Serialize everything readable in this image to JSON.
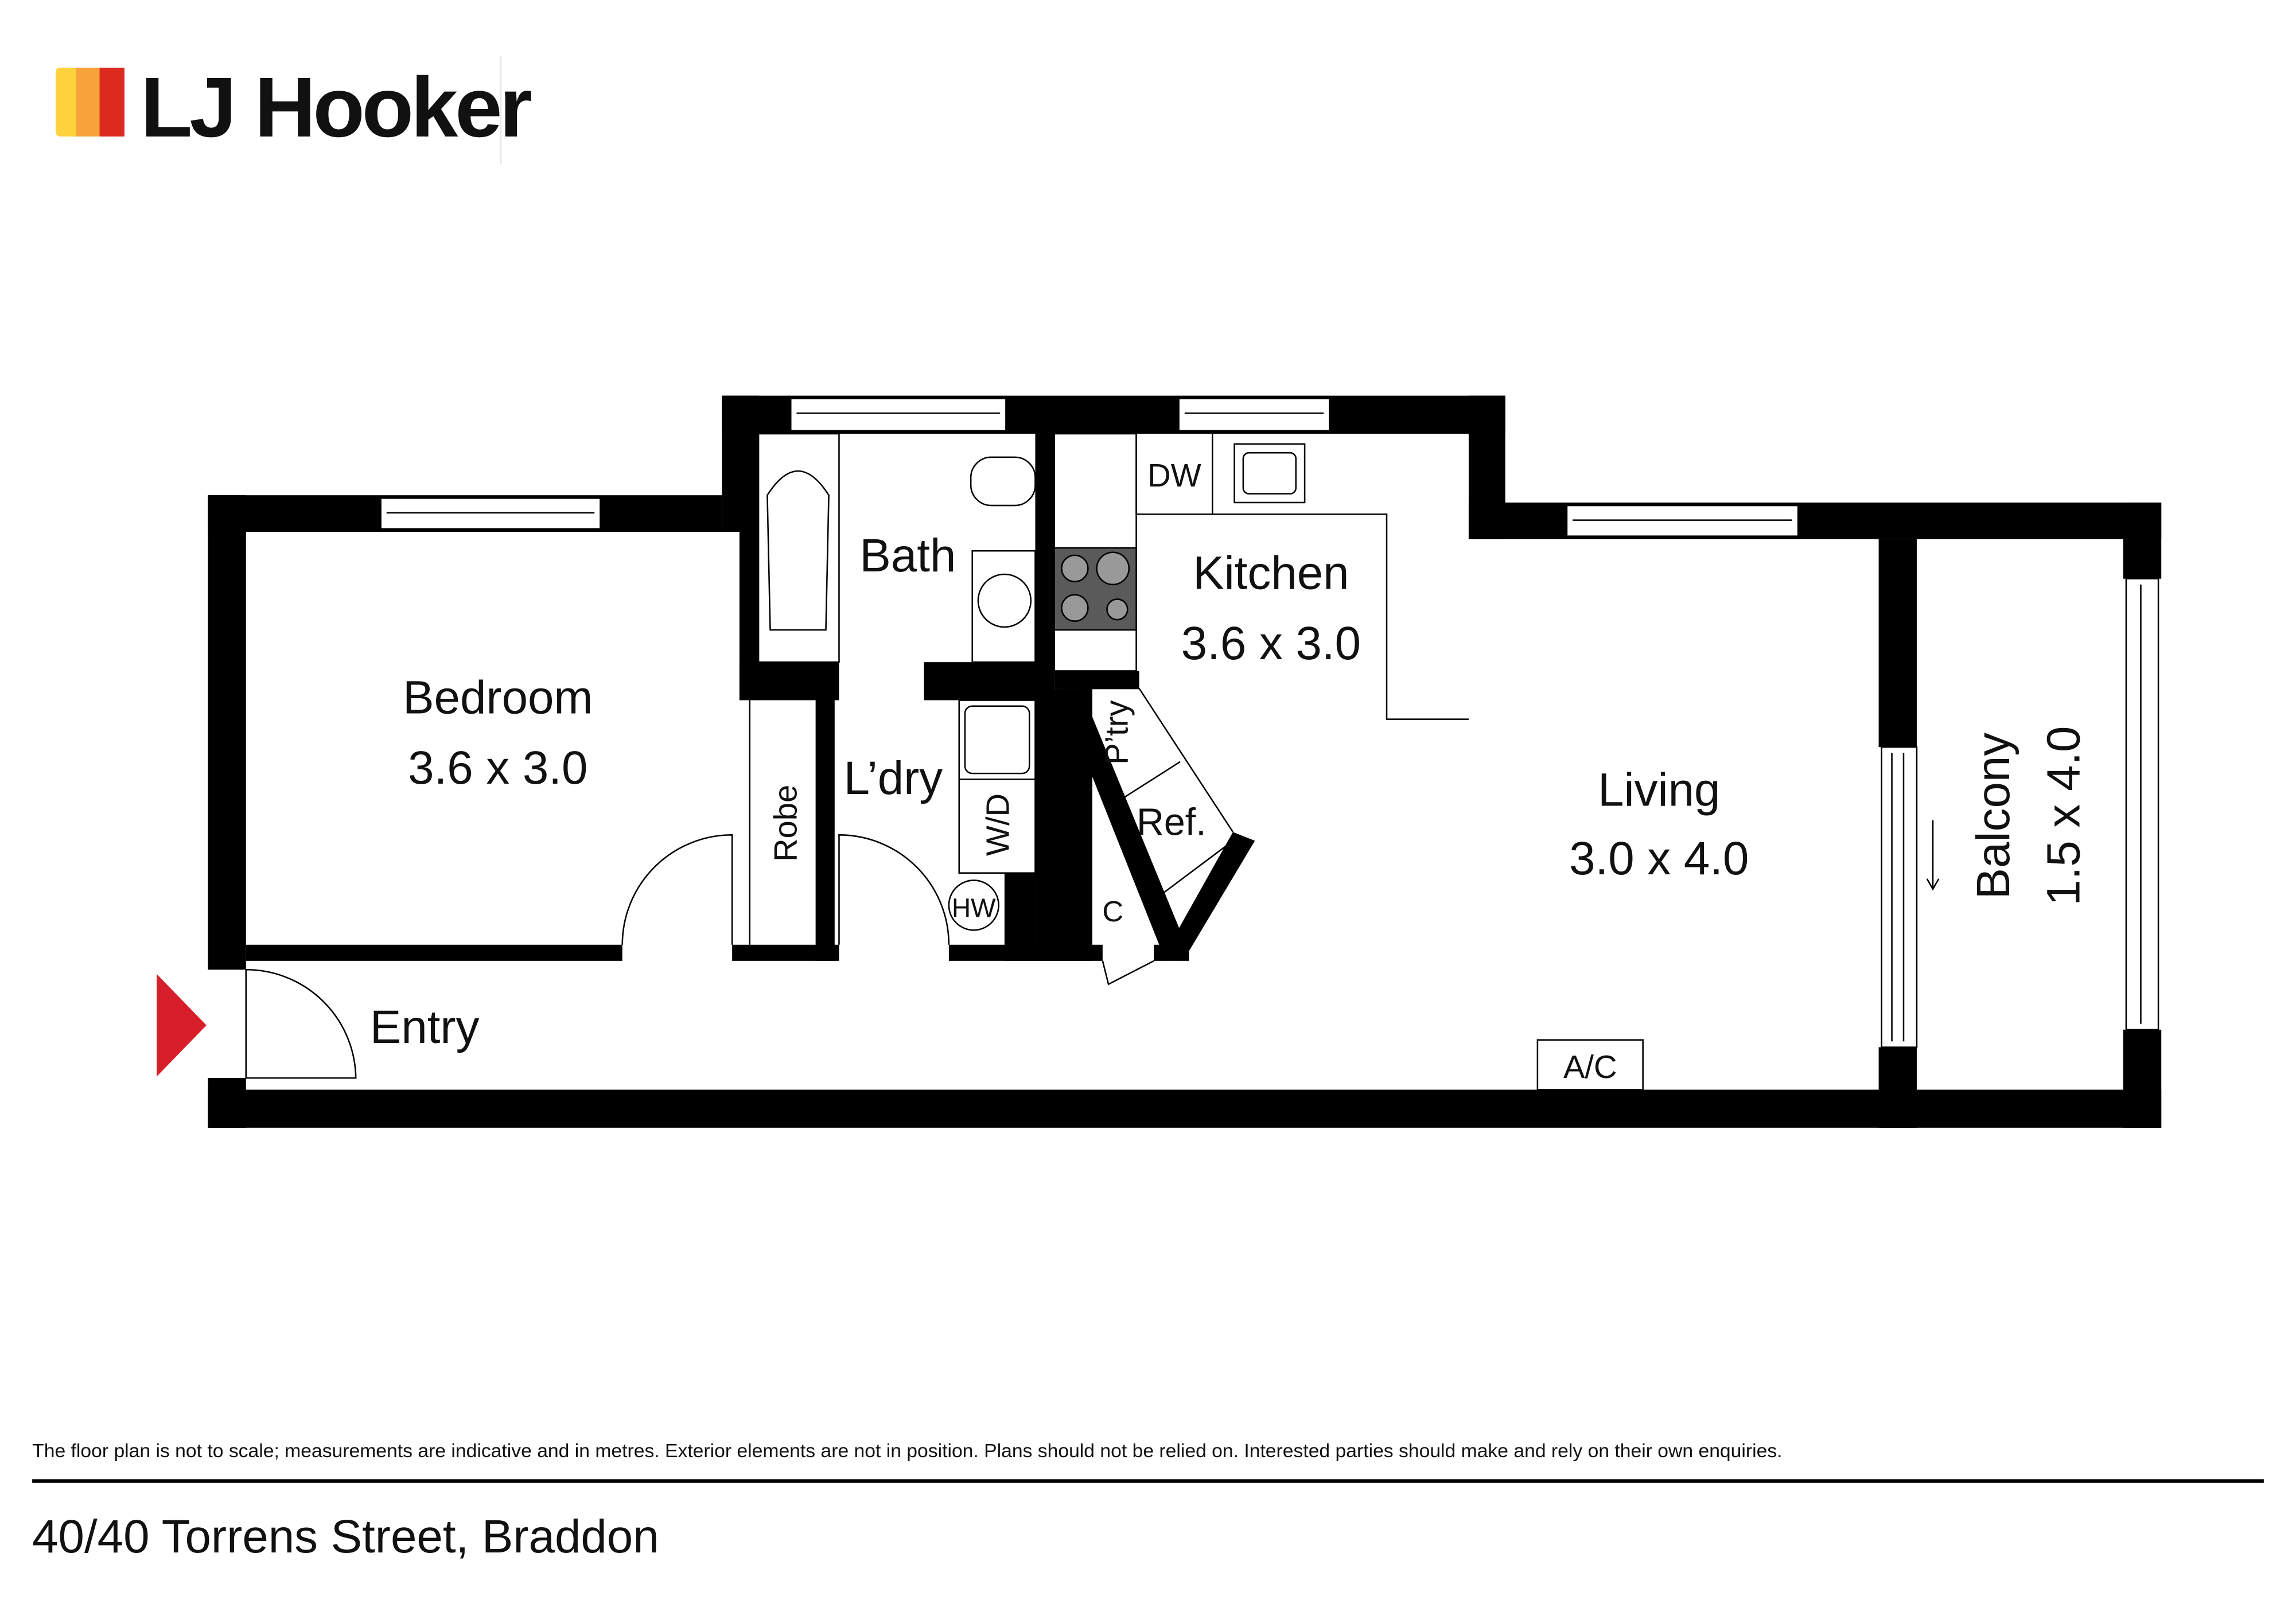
{
  "brand": {
    "name": "LJ Hooker",
    "colors": [
      "#fdd23c",
      "#f7a23a",
      "#dc2a1f"
    ]
  },
  "rooms": {
    "bedroom": {
      "name": "Bedroom",
      "size": "3.6 x 3.0"
    },
    "bath": {
      "name": "Bath"
    },
    "kitchen": {
      "name": "Kitchen",
      "size": "3.6 x 3.0"
    },
    "living": {
      "name": "Living",
      "size": "3.0 x 4.0"
    },
    "balcony": {
      "name": "Balcony",
      "size": "1.5 x 4.0"
    },
    "laundry": {
      "name": "L’dry"
    },
    "robe": {
      "name": "Robe"
    },
    "entry": {
      "name": "Entry"
    }
  },
  "fixtures": {
    "dw": "DW",
    "pantry": "P’try",
    "ref": "Ref.",
    "wd": "W/D",
    "hw": "HW",
    "c": "C",
    "ac": "A/C"
  },
  "entry_arrow_color": "#d71f2b",
  "disclaimer": "The floor plan is not to scale; measurements are indicative and in metres. Exterior elements are not in position. Plans should not be relied on. Interested parties should make and rely on their own enquiries.",
  "address": "40/40 Torrens Street, Braddon"
}
